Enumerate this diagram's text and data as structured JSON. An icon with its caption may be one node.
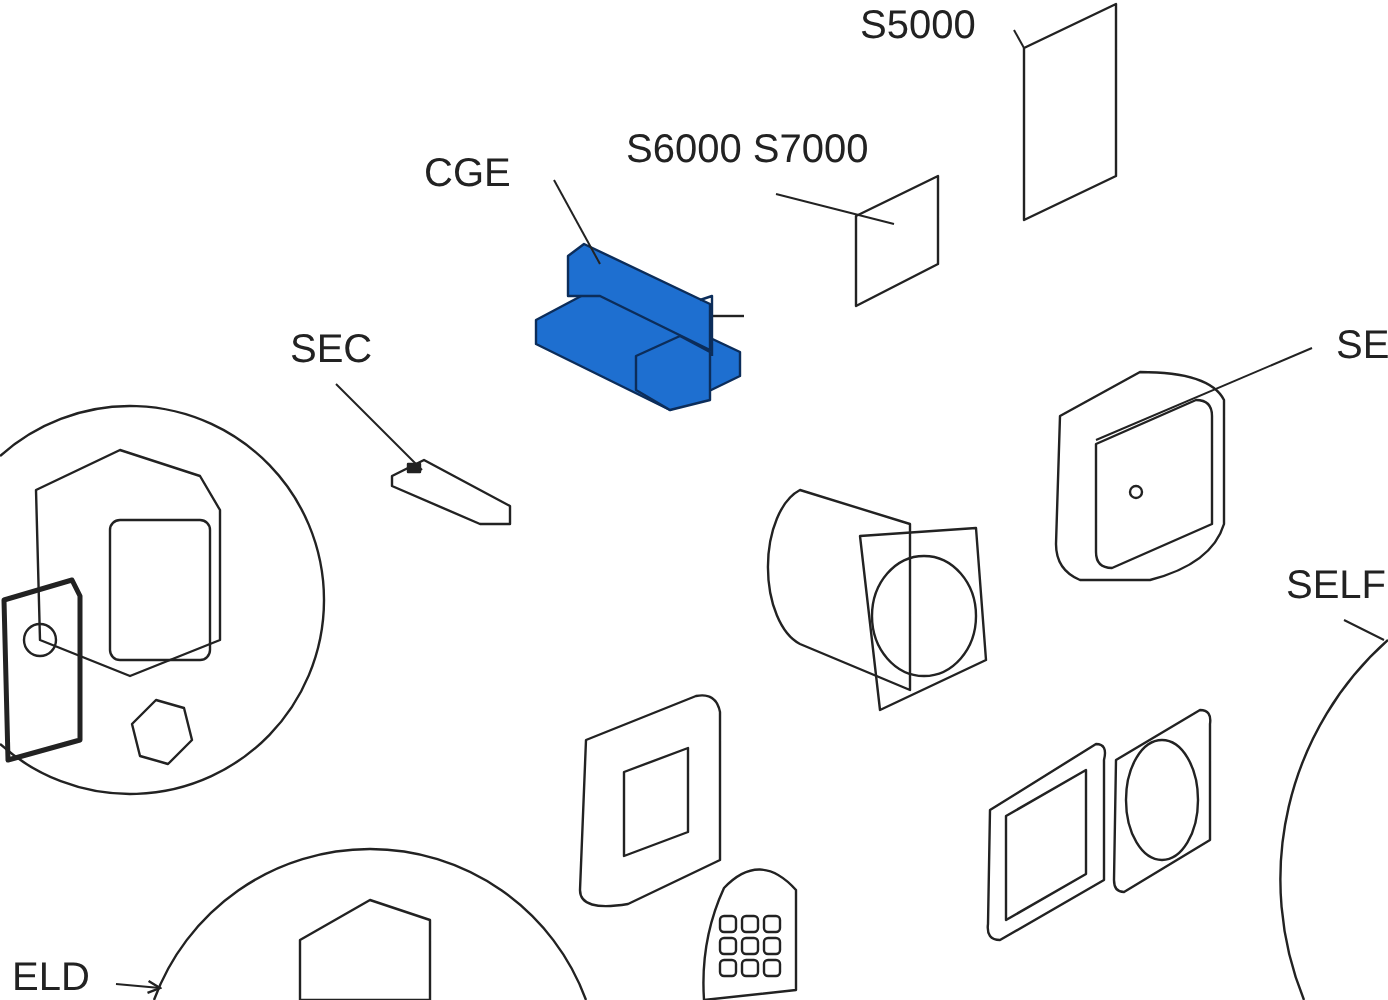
{
  "diagram": {
    "nodes": [
      {
        "text": [
          "S5000"
        ]
      },
      {
        "text": [],
        "shape": "box"
      },
      {
        "text": [
          "S6000 S7000"
        ]
      },
      {
        "text": [],
        "shape": "box"
      },
      {
        "text": [
          "CGE"
        ]
      },
      {
        "text": [],
        "shape": "picture"
      },
      {
        "text": [
          "SEC"
        ]
      },
      {
        "text": [],
        "shape": "picture"
      },
      {
        "text": [
          "SE"
        ]
      },
      {
        "text": [],
        "shape": "picture"
      },
      {
        "text": [
          "SELF"
        ]
      },
      {
        "text": [],
        "shape": "picture"
      },
      {
        "text": [
          "ELD"
        ]
      },
      {
        "text": [],
        "shape": "picture"
      }
    ],
    "edges": [
      {
        "from": 0,
        "to": 1,
        "arrow": "none"
      },
      {
        "from": 2,
        "to": 3,
        "arrow": "none"
      },
      {
        "from": 4,
        "to": 5,
        "arrow": "none"
      },
      {
        "from": 6,
        "to": 7,
        "arrow": "none"
      },
      {
        "from": 8,
        "to": 9,
        "arrow": "none"
      },
      {
        "from": 10,
        "to": 11,
        "arrow": "none"
      },
      {
        "from": 12,
        "to": 13,
        "arrow": "to"
      }
    ]
  }
}
